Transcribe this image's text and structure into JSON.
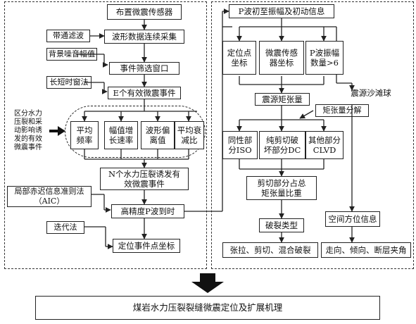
{
  "left": {
    "deploy": "布置微震传感器",
    "bandpass": "带通滤波",
    "continuous": "波形数据连续采集",
    "background_noise": "背景噪音幅值",
    "event_window": "事件筛选窗口",
    "sta_lta": "长短时窗法",
    "e_events": "E个有效微震事件",
    "side_note": "区分水力\n压裂和采\n动影响诱\n发的有效\n微震事件",
    "features": [
      "平均\n频率",
      "幅值增\n长速率",
      "波形偏\n离值",
      "平均衰\n减比"
    ],
    "n_events": "N个水力压裂诱发有\n效微震事件",
    "aic_label": "局部赤迟信息准则法\n（AIC）",
    "p_wave_pick": "高精度P波到时",
    "iteration": "迭代法",
    "locate": "定位事件点坐标"
  },
  "right": {
    "p_wave_info": "P波初至振幅及初动信息",
    "loc_coords": "定位点\n坐标",
    "sensor_coords": "微震传感\n器坐标",
    "p_amp_count": "P波振幅\n数量>6",
    "focal_beach": "震源沙滩球",
    "moment_tensor": "震源矩张量",
    "decomp": "矩张量分解",
    "iso": "同性部\n分ISO",
    "dc": "纯剪切破\n坏部分DC",
    "clvd": "其他部分\nCLVD",
    "shear_ratio": "剪切部分占总\n矩张量比重",
    "spatial": "空间方位信息",
    "fracture_type": "破裂类型",
    "fracture_modes": "张拉、剪切、混合破裂",
    "orientation": "走向、倾向、断层夹角"
  },
  "bottom": {
    "final": "煤岩水力压裂裂缝微震定位及扩展机理"
  }
}
